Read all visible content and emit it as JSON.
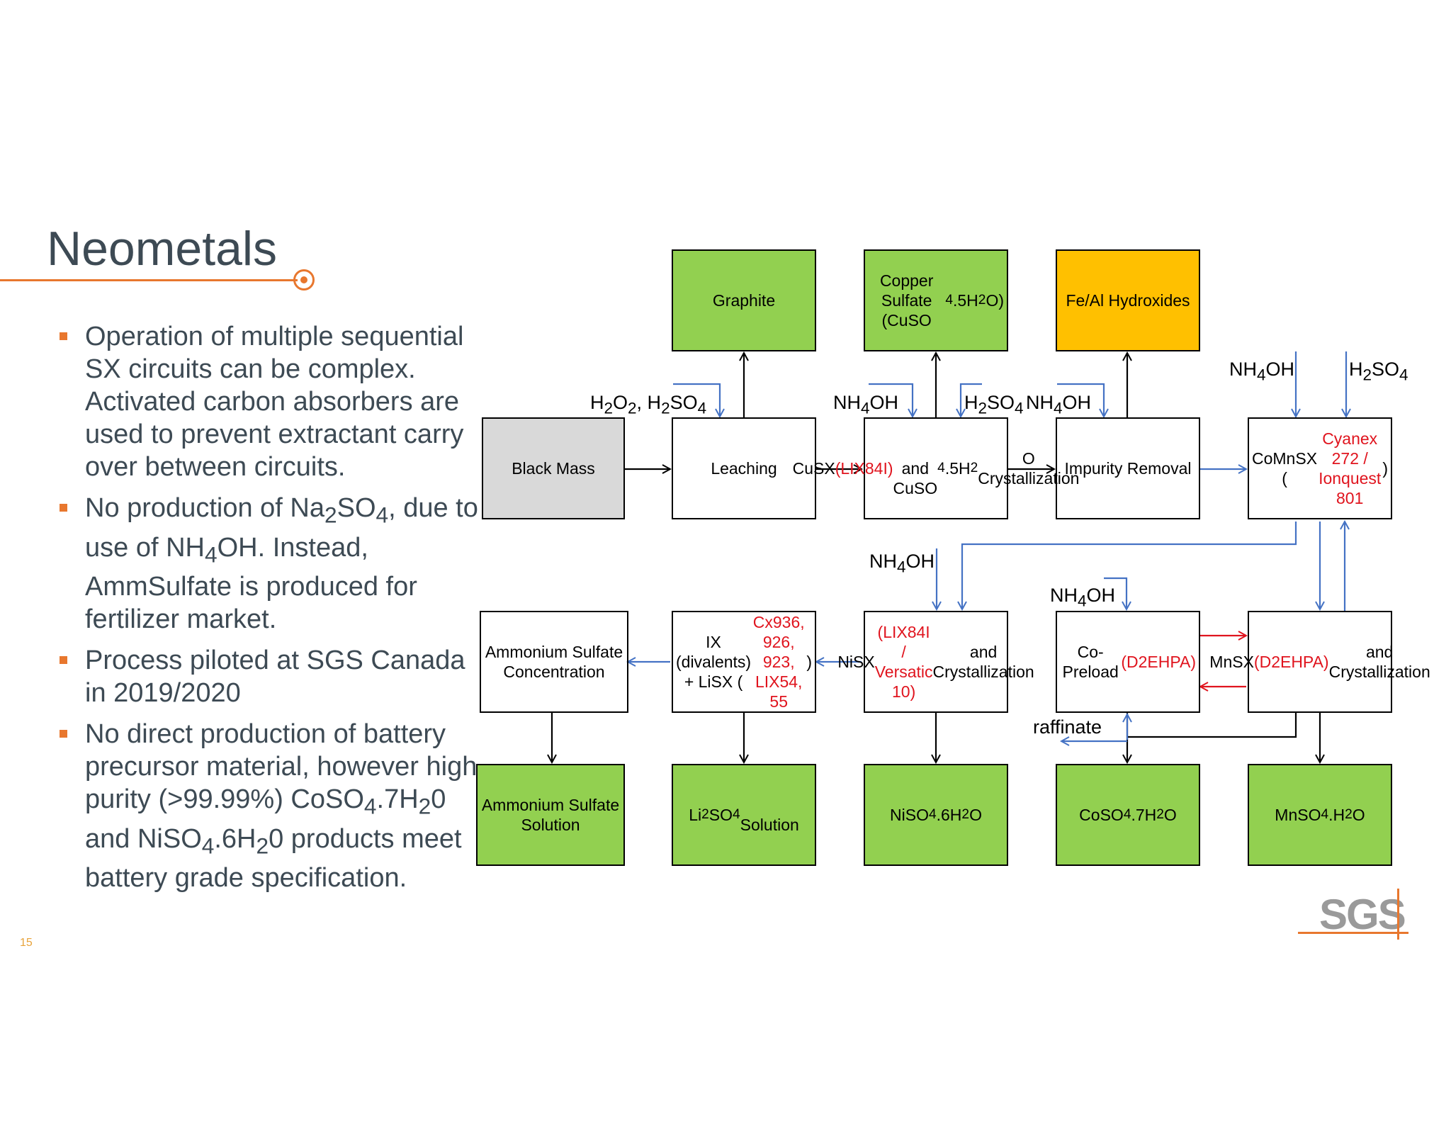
{
  "title": "Neometals",
  "page_number": "15",
  "bullets": [
    {
      "html": "Operation of multiple sequential SX circuits can be complex. Activated carbon absorbers are used to prevent extractant carry over between circuits."
    },
    {
      "html": "No production of Na<sub>2</sub>SO<sub>4</sub>, due to use of NH<sub>4</sub>OH. Instead, AmmSulfate is produced for fertilizer market."
    },
    {
      "html": "Process piloted at SGS Canada in 2019/2020"
    },
    {
      "html": "No direct production of battery precursor material, however high purity (>99.99%) CoSO<sub>4</sub>.7H<sub>2</sub>0 and NiSO<sub>4</sub>.6H<sub>2</sub>0 products meet battery grade specification."
    }
  ],
  "boxes": {
    "graphite": "Graphite",
    "copper_sulfate": "Copper Sulfate (CuSO<sub>4</sub>.5H<sub>2</sub>O)",
    "fe_al": "Fe/Al Hydroxides",
    "black_mass": "Black Mass",
    "leaching": "Leaching",
    "cusx": "CuSX <span class='red'>(LIX84I)</span><br>and<br>CuSO<sub>4</sub>.5H<sub>2</sub>O<br>Crystallization",
    "impurity": "Impurity Removal",
    "comnsx": "CoMnSX<br>(<span class='red'>Cyanex 272 / Ionquest 801</span>)",
    "ammonium_conc": "Ammonium Sulfate Concentration",
    "ix": "IX (divalents) + LiSX (<span class='red'>Cx936, 926, 923, LIX54, 55</span>)",
    "nisx": "NiSX<br><span class='red'>(LIX84I / Versatic 10)</span> and Crystallization",
    "copreload": "Co-Preload<br><span class='red'>(D2EHPA)</span>",
    "mnsx": "MnSX<br><span class='red'>(D2EHPA)</span> and Crystallization",
    "amm_solution": "Ammonium Sulfate Solution",
    "li2so4": "Li<sub>2</sub>SO<sub>4</sub><br>Solution",
    "niso4": "NiSO<sub>4</sub>.6H<sub>2</sub>O",
    "coso4": "CoSO<sub>4</sub>.7H<sub>2</sub>O",
    "mnso4": "MnSO<sub>4</sub>.H<sub>2</sub>O"
  },
  "labels": {
    "h2o2_h2so4": "H<sub>2</sub>O<sub>2</sub>, H<sub>2</sub>SO<sub>4</sub>",
    "nh4oh_1": "NH<sub>4</sub>OH",
    "h2so4_1": "H<sub>2</sub>SO<sub>4</sub>",
    "nh4oh_2": "NH<sub>4</sub>OH",
    "nh4oh_3": "NH<sub>4</sub>OH",
    "h2so4_2": "H<sub>2</sub>SO<sub>4</sub>",
    "nh4oh_4": "NH<sub>4</sub>OH",
    "nh4oh_5": "NH<sub>4</sub>OH",
    "raffinate": "raffinate"
  },
  "logo": "SGS",
  "colors": {
    "accent": "#e8772e",
    "product_green": "#92d050",
    "byproduct_orange": "#ffc000",
    "feed_grey": "#d9d9d9",
    "reagent_blue": "#4472c4",
    "extractant_red": "#e0141e"
  }
}
